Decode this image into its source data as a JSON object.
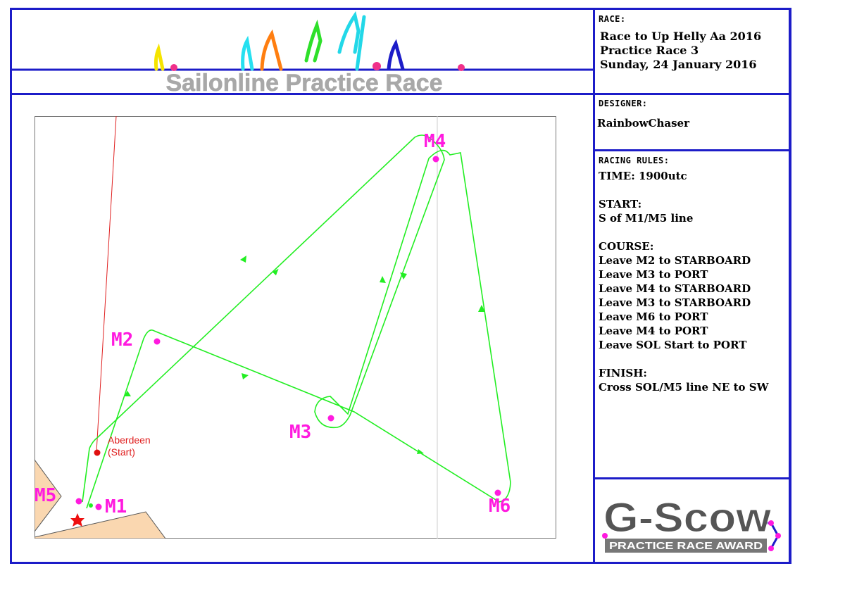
{
  "banner": {
    "title": "Sailonline Practice Race"
  },
  "race": {
    "label": "RACE:",
    "lines": [
      "Race to Up Helly Aa 2016",
      "Practice Race 3",
      "Sunday, 24 January 2016"
    ]
  },
  "designer": {
    "label": "DESIGNER:",
    "name": "RainbowChaser"
  },
  "rules": {
    "label": "RACING RULES:",
    "time": "TIME: 1900utc",
    "start_heading": "START:",
    "start_text": "S of M1/M5 line",
    "course_heading": "COURSE:",
    "course_items": [
      "Leave M2 to STARBOARD",
      "Leave M3 to PORT",
      "Leave M4 to STARBOARD",
      "Leave M3 to STARBOARD",
      "Leave M6 to PORT",
      "Leave M4 to PORT",
      "Leave SOL Start to PORT"
    ],
    "finish_heading": "FINISH:",
    "finish_text": "Cross SOL/M5 line NE to SW"
  },
  "map": {
    "start_label_line1": "Aberdeen",
    "start_label_line2": "(Start)",
    "marks": {
      "m1": "M1",
      "m2": "M2",
      "m3": "M3",
      "m4": "M4",
      "m5": "M5",
      "m6": "M6"
    },
    "colors": {
      "course": "#22ee22",
      "mark": "#ff1adf",
      "mark_label": "#ff1adf",
      "land": "#fad7b0",
      "start": "#e01010",
      "rhumb": "#e02020"
    }
  },
  "award": {
    "logo_text": "G-Scow",
    "subtitle": "PRACTICE RACE AWARD"
  },
  "colors": {
    "border": "#1c1cc8",
    "banner_text": "#a8a8a8"
  }
}
